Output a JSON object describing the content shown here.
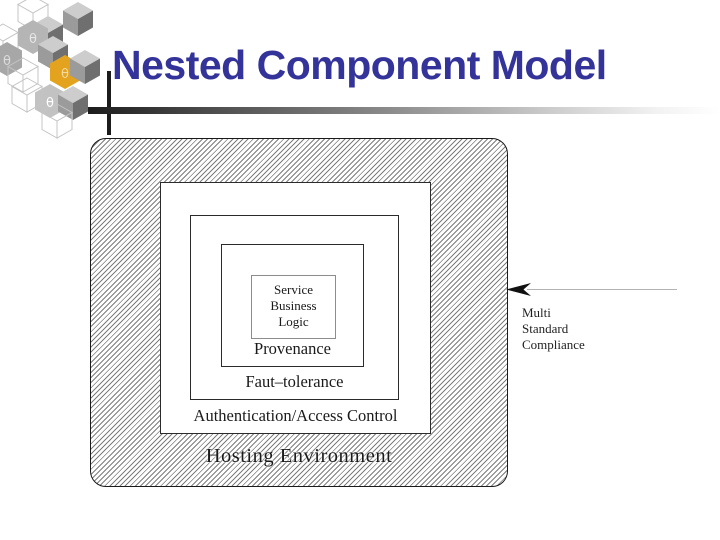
{
  "slide": {
    "title": "Nested Component Model"
  },
  "diagram": {
    "layers": [
      {
        "id": "hosting-environment",
        "label": "Hosting Environment"
      },
      {
        "id": "authentication-access-control",
        "label": "Authentication/Access Control"
      },
      {
        "id": "fault-tolerance",
        "label": "Faut–tolerance"
      },
      {
        "id": "provenance",
        "label": "Provenance"
      },
      {
        "id": "service-business-logic",
        "label_lines": [
          "Service",
          "Business",
          "Logic"
        ]
      }
    ],
    "pointer_label_lines": [
      "Multi",
      "Standard",
      "Compliance"
    ]
  },
  "icons": {
    "logo": "isometric-cubes-template-logo",
    "arrow": "left-arrow"
  },
  "colors": {
    "title_text": "#333399",
    "logo_accent": "#E3A31E",
    "hatch_line": "#7d7d7d",
    "arrow_head": "#111111",
    "arrow_line": "#b3b3b3"
  }
}
